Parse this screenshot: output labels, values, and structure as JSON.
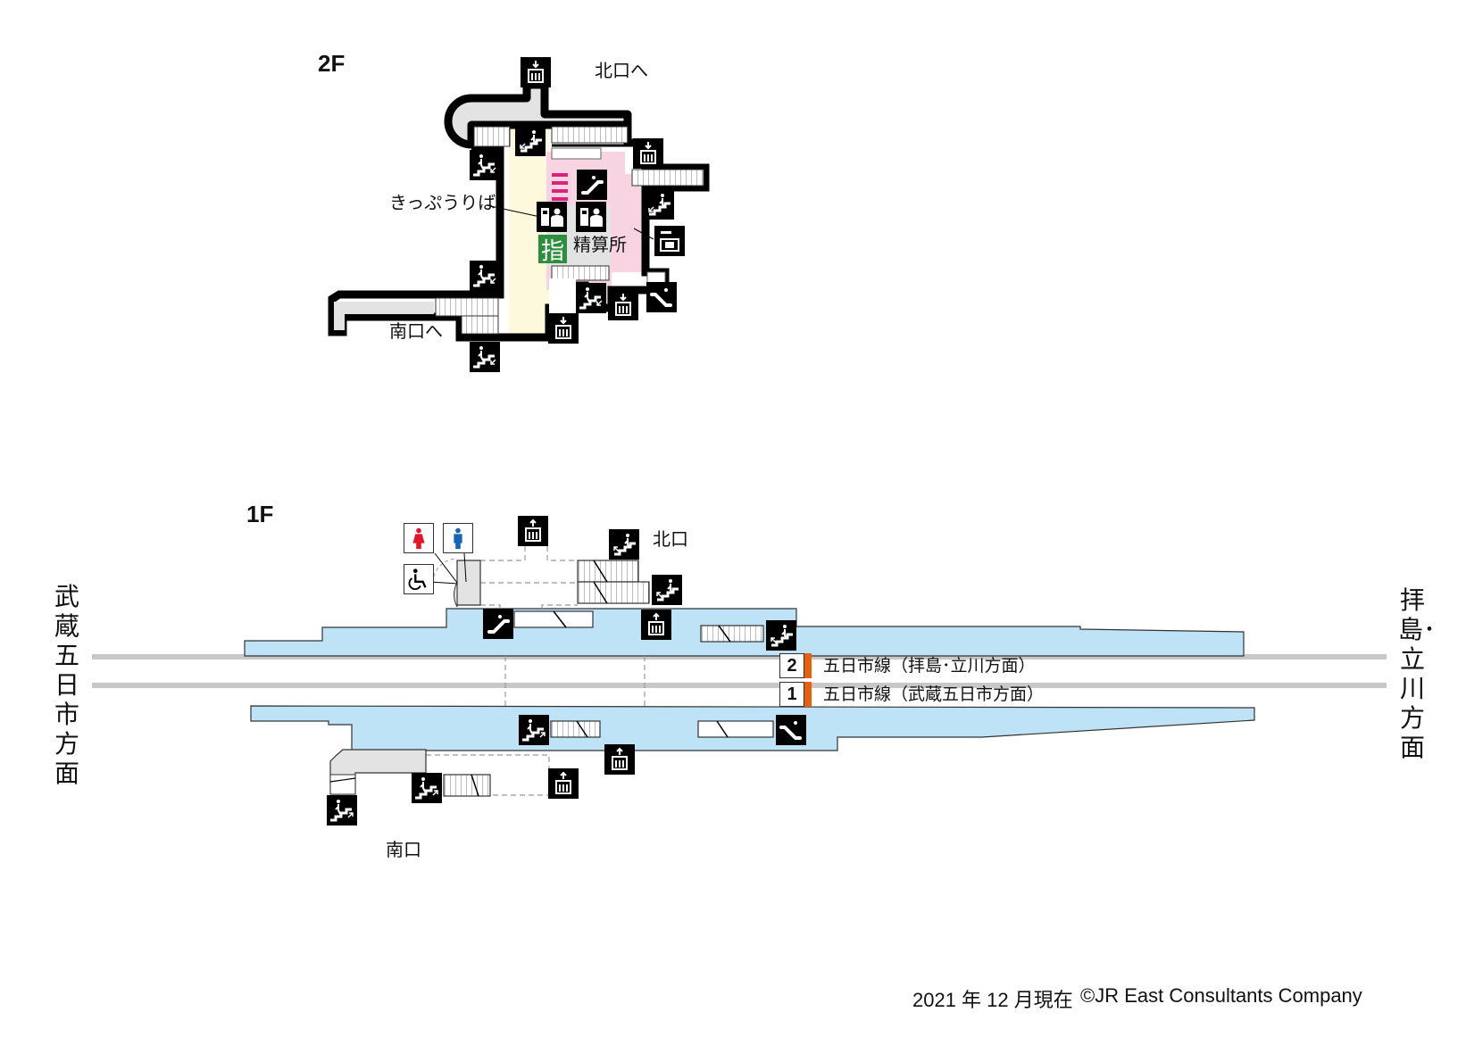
{
  "floors": {
    "upper": {
      "label": "2F",
      "labels": {
        "north_exit_to": "北口へ",
        "south_exit_to": "南口へ",
        "ticket_machines": "きっぷうりば",
        "fare_adjustment": "精算所",
        "reserved_seat_machine": "指"
      },
      "icons": [
        "elevator-down-icon",
        "stairs-down-icon",
        "elevator-down-icon",
        "stairs-down-icon",
        "escalator-up-icon",
        "ticket-machine-icon",
        "ticket-machine-icon",
        "stairs-down-icon",
        "coin-locker-icon",
        "stairs-down-icon",
        "stairs-down-icon",
        "elevator-down-icon",
        "escalator-down-icon",
        "elevator-down-icon",
        "stairs-down-icon"
      ]
    },
    "ground": {
      "label": "1F",
      "labels": {
        "north_exit": "北口",
        "south_exit": "南口"
      },
      "icons": [
        "womens-restroom-icon",
        "mens-restroom-icon",
        "accessible-restroom-icon",
        "elevator-up-icon",
        "stairs-up-icon",
        "stairs-up-icon",
        "escalator-up-icon",
        "elevator-up-icon",
        "stairs-up-icon",
        "stairs-up-icon",
        "escalator-up-icon",
        "elevator-up-icon",
        "stairs-up-icon",
        "elevator-up-icon",
        "stairs-up-icon"
      ]
    }
  },
  "platforms": [
    {
      "number": "2",
      "line": "五日市線",
      "direction": "（拝島･立川方面）"
    },
    {
      "number": "1",
      "line": "五日市線",
      "direction": "（武蔵五日市方面）"
    }
  ],
  "directions": {
    "west": "武蔵五日市方面",
    "east": "拝島･立川方面"
  },
  "footer": {
    "as_of": "2021 年 12 月現在",
    "copyright": "©JR East Consultants Company"
  },
  "colors": {
    "platform": "#bfe3f6",
    "paid_concourse": "#fdf9dc",
    "unpaid_concourse": "#f8d3e2",
    "corridor": "#e3e3e3",
    "track": "#c8c8c8",
    "platform_marker": "#e8600e",
    "reserved_seat": "#2d8f3e",
    "womens": "#e0142c",
    "mens": "#1a64b8"
  }
}
